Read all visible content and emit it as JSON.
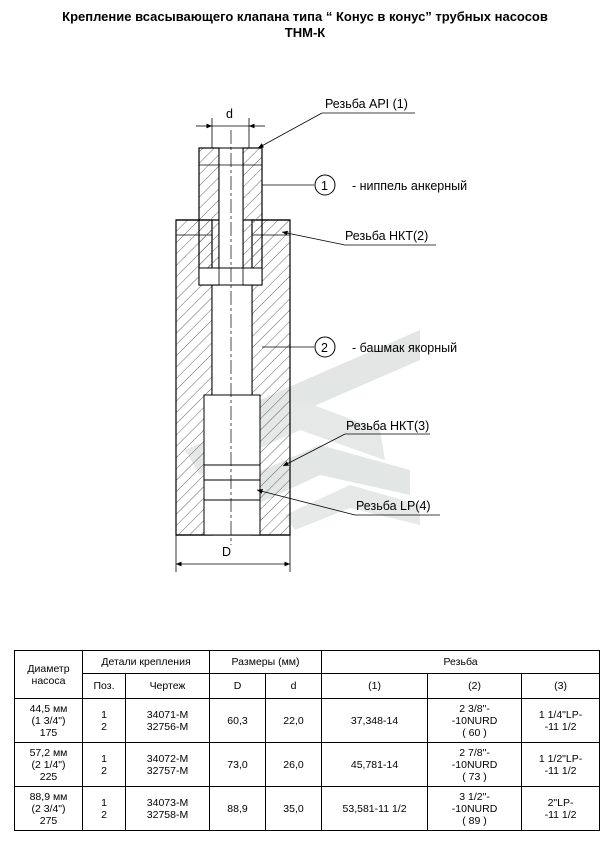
{
  "title": {
    "line1": "Крепление всасывающего клапана типа “ Конус в конус” трубных насосов",
    "line2": "ТНМ-К"
  },
  "drawing": {
    "dim_d": "d",
    "dim_D": "D",
    "thread_api": "Резьба API (1)",
    "item1_num": "1",
    "item1_text": "- ниппель анкерный",
    "thread_nkt2": "Резьба НКТ(2)",
    "item2_num": "2",
    "item2_text": "- башмак якорный",
    "thread_nkt3": "Резьба НКТ(3)",
    "thread_lp4": "Резьба LP(4)"
  },
  "table": {
    "headers": {
      "pump_diameter": [
        "Диаметр",
        "насоса"
      ],
      "fastening": "Детали крепления",
      "sizes": "Размеры (мм)",
      "thread": "Резьба",
      "pos": "Поз.",
      "drawing": "Чертеж",
      "D": "D",
      "d": "d",
      "t1": "(1)",
      "t2": "(2)",
      "t3": "(3)"
    },
    "rows": [
      {
        "diameter": [
          "44,5 мм",
          "(1 3/4\")",
          "175"
        ],
        "pos": [
          "1",
          "2"
        ],
        "drawing": [
          "34071-М",
          "32756-М"
        ],
        "D": "60,3",
        "d": "22,0",
        "t1": "37,348-14",
        "t2": [
          "2 3/8\"-",
          "-10NURD",
          "( 60 )"
        ],
        "t3": [
          "1 1/4\"LP-",
          "-11 1/2"
        ]
      },
      {
        "diameter": [
          "57,2 мм",
          "(2 1/4\")",
          "225"
        ],
        "pos": [
          "1",
          "2"
        ],
        "drawing": [
          "34072-М",
          "32757-М"
        ],
        "D": "73,0",
        "d": "26,0",
        "t1": "45,781-14",
        "t2": [
          "2 7/8\"-",
          "-10NURD",
          "( 73 )"
        ],
        "t3": [
          "1 1/2\"LP-",
          "-11 1/2"
        ]
      },
      {
        "diameter": [
          "88,9 мм",
          "(2 3/4\")",
          "275"
        ],
        "pos": [
          "1",
          "2"
        ],
        "drawing": [
          "34073-М",
          "32758-М"
        ],
        "D": "88,9",
        "d": "35,0",
        "t1": "53,581-11 1/2",
        "t2": [
          "3 1/2\"-",
          "-10NURD",
          "( 89 )"
        ],
        "t3": [
          "2\"LP-",
          "-11 1/2"
        ]
      }
    ]
  }
}
